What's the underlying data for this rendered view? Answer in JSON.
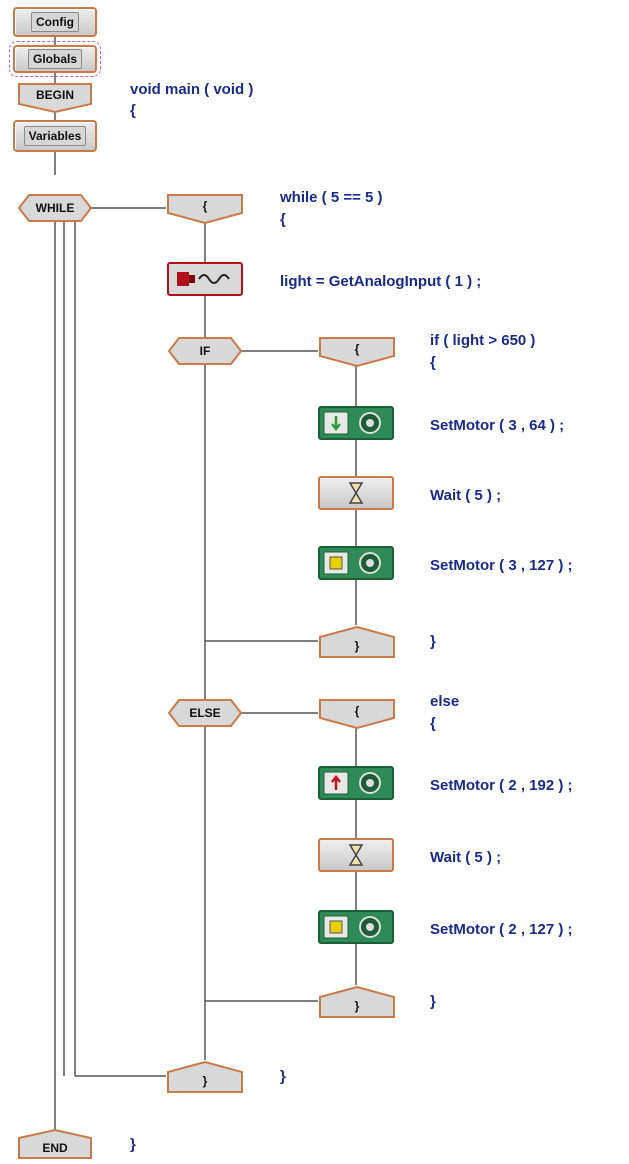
{
  "colors": {
    "code_text": "#1a2a8a",
    "block_border": "#c87a4a",
    "motor_block": "#2e8b57",
    "sensor_border": "#b1121a",
    "wire": "#555555"
  },
  "blocks": {
    "config": "Config",
    "globals": "Globals",
    "begin": "BEGIN",
    "variables": "Variables",
    "while": "WHILE",
    "if": "IF",
    "else": "ELSE",
    "end": "END",
    "open_brace": "{",
    "close_brace": "}"
  },
  "icons": {
    "analog_input": "analog-input-sensor-icon",
    "motor_forward": "motor-down-arrow-icon",
    "motor_reverse": "motor-up-arrow-icon",
    "motor_stop": "motor-stop-icon",
    "wait": "hourglass-icon"
  },
  "code": {
    "main_signature": "void main ( void )",
    "main_open": "{",
    "while_cond": "while ( 5 == 5 )",
    "while_open": "{",
    "light_stmt": "light = GetAnalogInput ( 1 ) ;",
    "if_cond": "if ( light > 650 )",
    "if_open": "{",
    "if_motor1": "SetMotor ( 3 , 64 ) ;",
    "if_wait": "Wait ( 5 ) ;",
    "if_motor2": "SetMotor ( 3 , 127 ) ;",
    "if_close": "}",
    "else_kw": "else",
    "else_open": "{",
    "else_motor1": "SetMotor ( 2 , 192 ) ;",
    "else_wait": "Wait ( 5 ) ;",
    "else_motor2": "SetMotor ( 2 , 127 ) ;",
    "else_close": "}",
    "while_close": "}",
    "main_close": "}"
  }
}
